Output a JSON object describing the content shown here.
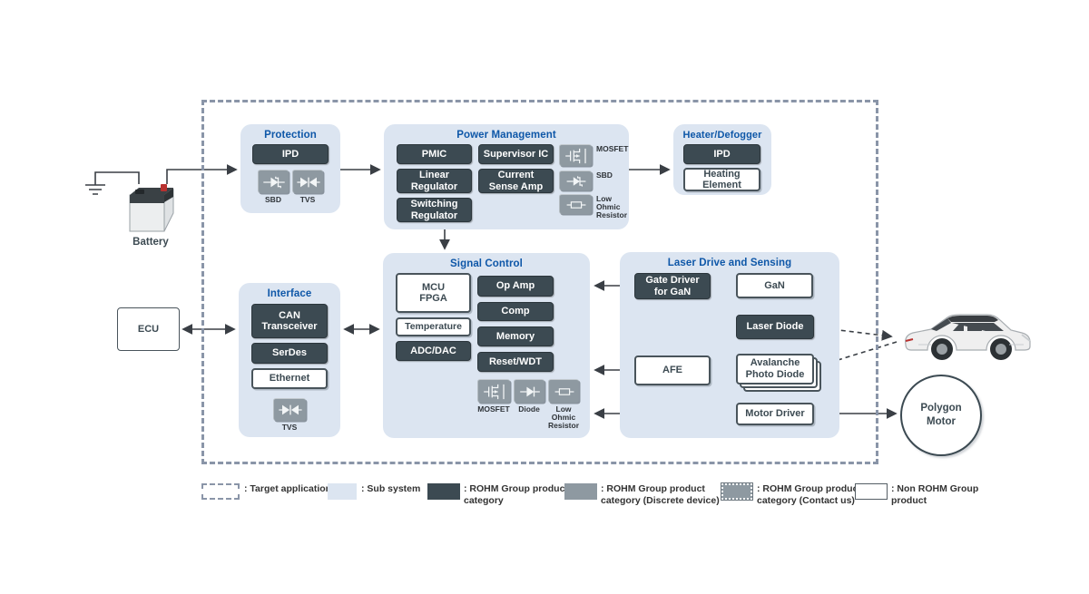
{
  "colors": {
    "dark_box": "#3c4a52",
    "discrete_box": "#8e99a1",
    "subsystem_bg": "#dce5f1",
    "title_blue": "#0e57a8",
    "wire": "#3a3f45",
    "frame_dash": "#8a95a8"
  },
  "external": {
    "battery_label": "Battery",
    "ecu_label": "ECU",
    "polygon_motor_label": "Polygon\nMotor"
  },
  "panels": {
    "protection": {
      "title": "Protection",
      "ipd": "IPD",
      "icons": {
        "sbd": "SBD",
        "tvs": "TVS"
      }
    },
    "power": {
      "title": "Power Management",
      "pmic": "PMIC",
      "supervisor": "Supervisor IC",
      "linear": "Linear\nRegulator",
      "current_sense": "Current\nSense Amp",
      "switching": "Switching\nRegulator",
      "icons": {
        "mosfet": "MOSFET",
        "sbd": "SBD",
        "low_ohmic": "Low\nOhmic\nResistor"
      }
    },
    "heater": {
      "title": "Heater/Defogger",
      "ipd": "IPD",
      "heating_element": "Heating\nElement"
    },
    "interface": {
      "title": "Interface",
      "can": "CAN\nTransceiver",
      "serdes": "SerDes",
      "ethernet": "Ethernet",
      "icons": {
        "tvs": "TVS"
      }
    },
    "signal": {
      "title": "Signal Control",
      "mcu_fpga": "MCU\nFPGA",
      "temperature": "Temperature",
      "adc_dac": "ADC/DAC",
      "op_amp": "Op Amp",
      "comp": "Comp",
      "memory": "Memory",
      "reset_wdt": "Reset/WDT",
      "icons": {
        "mosfet": "MOSFET",
        "diode": "Diode",
        "low_ohmic": "Low\nOhmic\nResistor"
      }
    },
    "laser": {
      "title": "Laser Drive and Sensing",
      "gate_driver": "Gate Driver\nfor GaN",
      "gan": "GaN",
      "laser_diode": "Laser Diode",
      "afe": "AFE",
      "apd": "Avalanche\nPhoto Diode",
      "motor_driver": "Motor Driver"
    }
  },
  "legend": {
    "items": [
      {
        "type": "target",
        "label": ": Target application"
      },
      {
        "type": "subsystem",
        "label": ": Sub system"
      },
      {
        "type": "rohm",
        "label": ": ROHM Group product\ncategory"
      },
      {
        "type": "discrete",
        "label": ": ROHM Group product\ncategory (Discrete device)"
      },
      {
        "type": "contact",
        "label": ": ROHM Group product\ncategory (Contact us)"
      },
      {
        "type": "nonrohm",
        "label": ": Non ROHM Group\nproduct"
      }
    ]
  }
}
